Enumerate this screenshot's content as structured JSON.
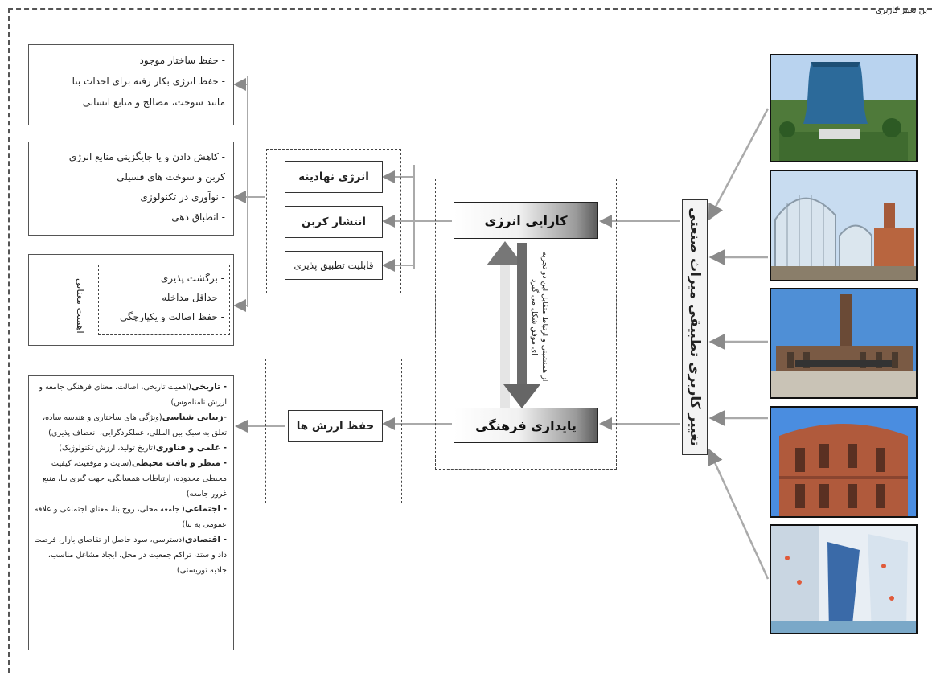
{
  "header": {
    "corner_label": "ین تغییر کاربری"
  },
  "center": {
    "energy_efficiency": "کارایی انرژی",
    "cultural_sustainability": "پایداری فرهنگی",
    "note": "از همنشینی و ارتباط متقابل این دو تجربه ای موفق شکل می گیرد"
  },
  "title_vertical": "تغییر کاربری تطبیقی میراث صنعتی",
  "energy_factors": {
    "embodied": "انرژی نهادینه",
    "carbon": "انتشار کربن",
    "adaptability": "قابلیت تطبیق پذیری"
  },
  "values_node": "حفظ ارزش ها",
  "semantic_label": "اهمیت معنایی",
  "desc_embodied": [
    "- حفظ ساختار موجود",
    "- حفظ انرژی بکار رفته برای احداث بنا",
    "مانند سوخت، مصالح و منابع انسانی"
  ],
  "desc_carbon": [
    "- کاهش دادن و یا جایگزینی منابع انرژی",
    "کربن و سوخت های فسیلی",
    "- نوآوری در تکنولوژی",
    "- انطباق دهی"
  ],
  "desc_adapt": [
    "- برگشت پذیری",
    "- حداقل مداخله",
    "- حفظ اصالت و یکپارچگی"
  ],
  "desc_values": [
    {
      "head": "- تاریخی",
      "body": "(اهمیت تاریخی، اصالت، معنای فرهنگی جامعه و ارزش نامنلموس)"
    },
    {
      "head": "-زیبایی شناسی",
      "body": "(ویژگی های ساختاری و هندسه ساده، تعلق به سبک بین المللی، عملکردگرایی، انعطاف پذیری)"
    },
    {
      "head": "- علمی و فناوری",
      "body": "(تاریخ تولید، ارزش تکنولوژیک)"
    },
    {
      "head": "- منظر و بافت محیطی",
      "body": "(سایت و موقعیت، کیفیت محیطی محدوده، ارتباطات همسایگی، جهت گیری بنا، منبع غرور جامعه)"
    },
    {
      "head": "- اجتماعی",
      "body": "( جامعه محلی، روح بنا، معنای اجتماعی و علاقه عمومی به بنا)"
    },
    {
      "head": "- اقتصادی",
      "body": "(دسترسی، سود حاصل از تقاضای بازار، فرصت داد و ستد، تراکم جمعیت در محل، ایجاد مشاغل مناسب، جاذبه توریستی)"
    }
  ],
  "photos": [
    "cooling-tower-photo",
    "glasshouse-photo",
    "tate-modern-photo",
    "gasometer-photo",
    "climbing-wall-photo"
  ],
  "colors": {
    "arrow": "#aaaaaa",
    "arrow_dark": "#6a6a6a",
    "line": "#999999"
  }
}
